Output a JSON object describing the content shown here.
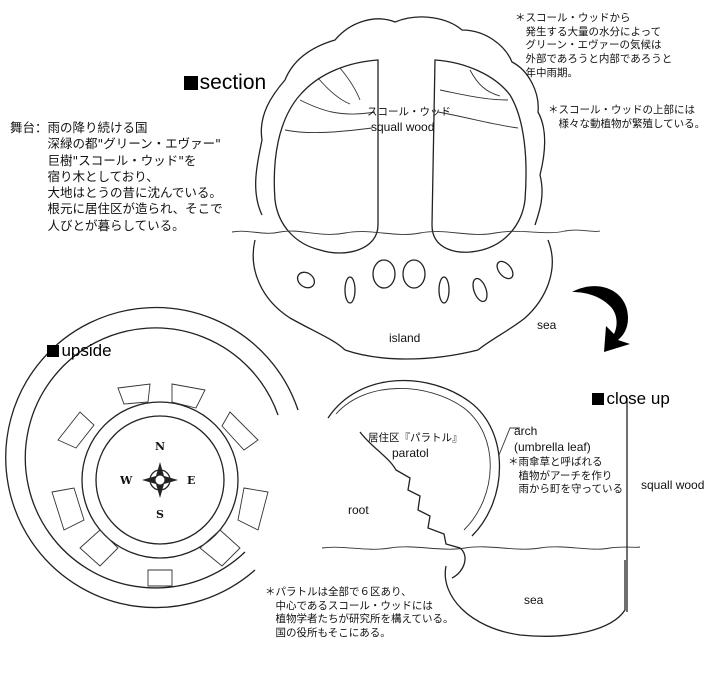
{
  "headings": {
    "section": "section",
    "upside": "upside",
    "close_up": "close up"
  },
  "section_view": {
    "tree_label_jp": "スコール・ウッド",
    "tree_label_en": "squall wood",
    "island_label": "island",
    "sea_label": "sea",
    "note_climate": "＊スコール・ウッドから\n　発生する大量の水分によって\n　グリーン・エヴァーの気候は\n　外部であろうと内部であろうと\n　年中雨期。",
    "note_fauna": "＊スコール・ウッドの上部には\n　様々な動植物が繁殖している。"
  },
  "stage_text": "舞台：雨の降り続ける国\n　　　深緑の都\"グリーン・エヴァー\"\n　　　巨樹\"スコール・ウッド\"を\n　　　宿り木としており、\n　　　大地はとうの昔に沈んでいる。\n　　　根元に居住区が造られ、そこで\n　　　人びとが暮らしている。",
  "upside_view": {
    "compass": {
      "n": "N",
      "s": "S",
      "e": "E",
      "w": "W"
    },
    "note": "＊パラトルは全部で６区あり、\n　中心であるスコール・ウッドには\n　植物学者たちが研究所を構えている。\n　国の役所もそこにある。"
  },
  "close_up_view": {
    "district_label_jp": "居住区『パラトル』",
    "district_label_en": "paratol",
    "arch_label": "arch\n(umbrella leaf)",
    "arch_note": "＊雨傘草と呼ばれる\n　植物がアーチを作り\n　雨から町を守っている",
    "root_label": "root",
    "squall_wood_label": "squall wood",
    "sea_label": "sea"
  },
  "colors": {
    "ink": "#222222",
    "paper": "#ffffff"
  }
}
